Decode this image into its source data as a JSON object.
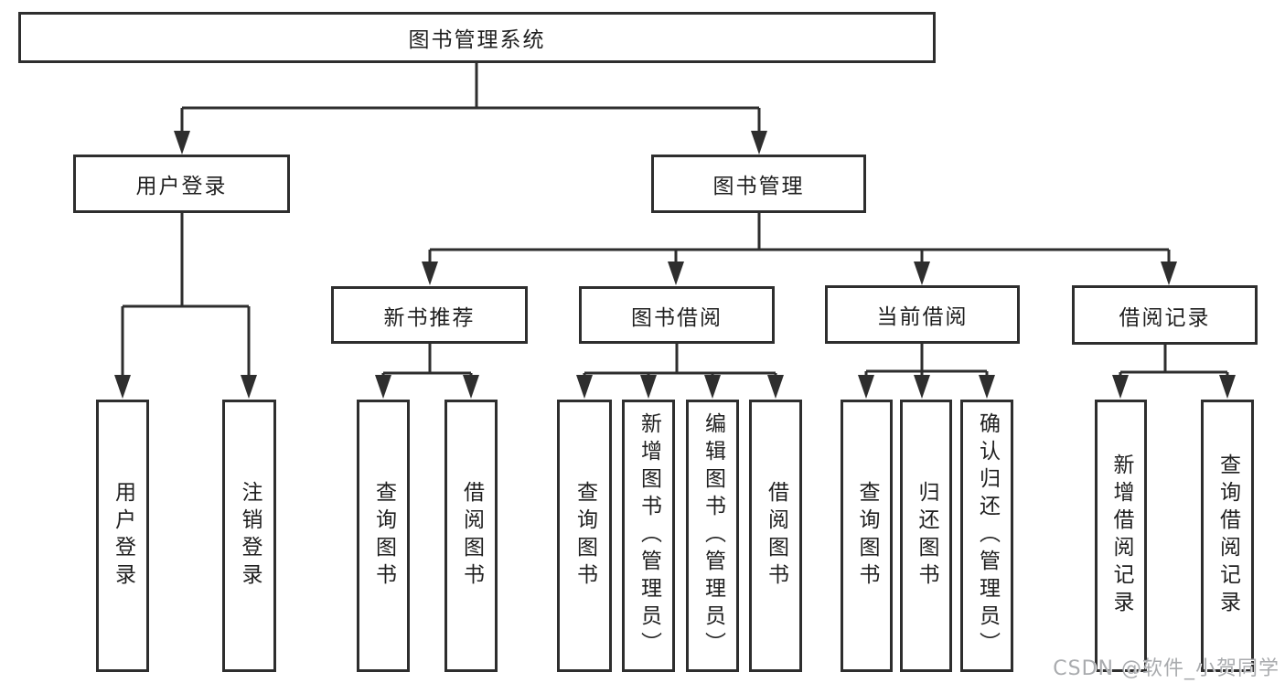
{
  "diagram_type": "hierarchy-tree",
  "tree": {
    "label": "图书管理系统",
    "children": [
      {
        "label": "用户登录",
        "children": [
          {
            "label": "用户登录"
          },
          {
            "label": "注销登录"
          }
        ]
      },
      {
        "label": "图书管理",
        "children": [
          {
            "label": "新书推荐",
            "children": [
              {
                "label": "查询图书"
              },
              {
                "label": "借阅图书"
              }
            ]
          },
          {
            "label": "图书借阅",
            "children": [
              {
                "label": "查询图书"
              },
              {
                "label": "新增图书（管理员）"
              },
              {
                "label": "编辑图书（管理员）"
              },
              {
                "label": "借阅图书"
              }
            ]
          },
          {
            "label": "当前借阅",
            "children": [
              {
                "label": "查询图书"
              },
              {
                "label": "归还图书"
              },
              {
                "label": "确认归还（管理员）"
              }
            ]
          },
          {
            "label": "借阅记录",
            "children": [
              {
                "label": "新增借阅记录"
              },
              {
                "label": "查询借阅记录"
              }
            ]
          }
        ]
      }
    ]
  },
  "watermark": {
    "text": "CSDN @软件_小贺同学"
  },
  "colors": {
    "line": "#2e2e2e",
    "box_border": "#2e2e2e",
    "text": "#1f1f1f",
    "background": "#ffffff",
    "watermark": "#a9abae"
  }
}
